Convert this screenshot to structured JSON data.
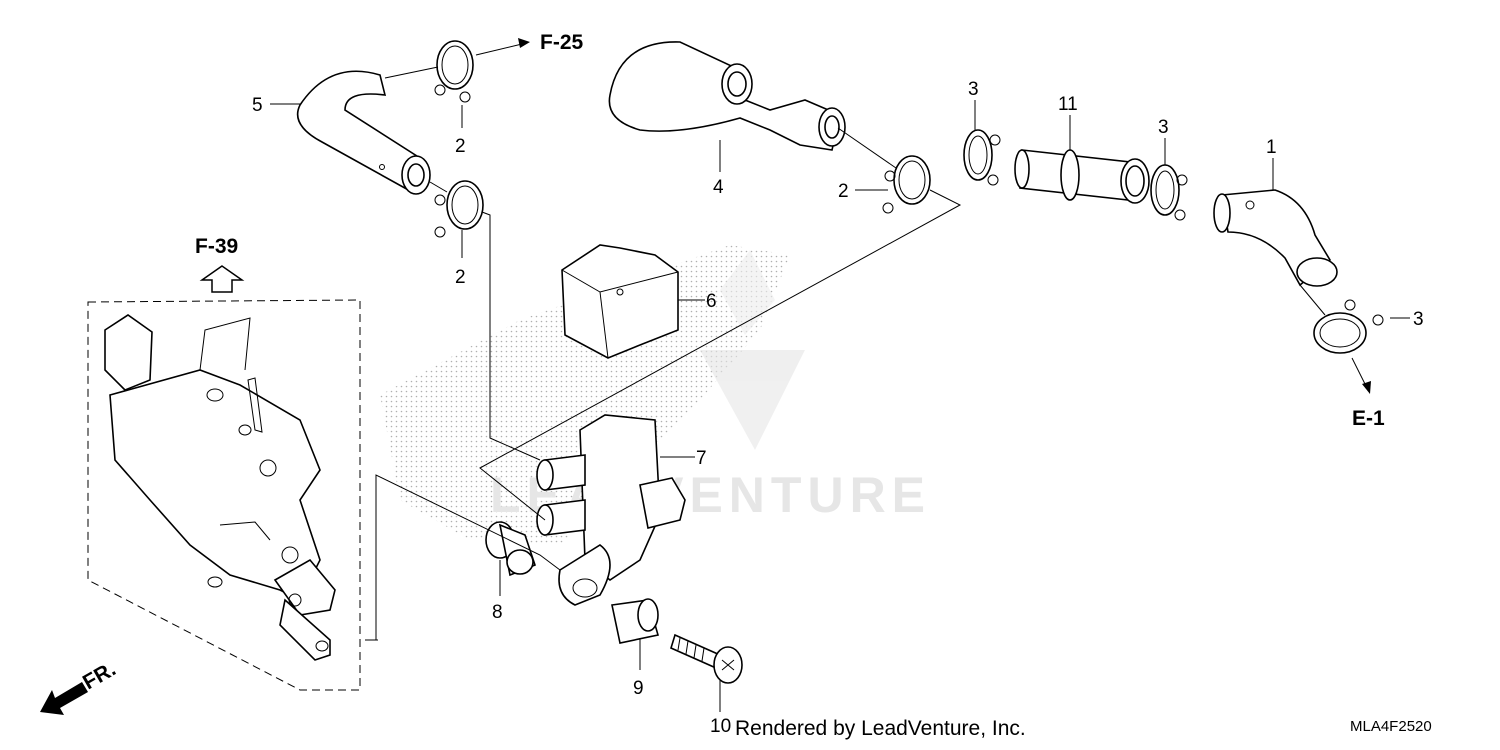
{
  "callouts": [
    "1",
    "2",
    "2",
    "2",
    "3",
    "3",
    "3",
    "4",
    "5",
    "6",
    "7",
    "8",
    "9",
    "10",
    "11"
  ],
  "references": {
    "f25": "F-25",
    "f39": "F-39",
    "e1": "E-1",
    "fr": "FR."
  },
  "footer": {
    "rendered_by": "Rendered by LeadVenture, Inc.",
    "drawing_code": "MLA4F2520"
  },
  "watermark": "LEADVENTURE",
  "colors": {
    "line": "#000000",
    "background": "#ffffff",
    "watermark": "#e6e6e6",
    "shading": "#b0b0b0"
  }
}
